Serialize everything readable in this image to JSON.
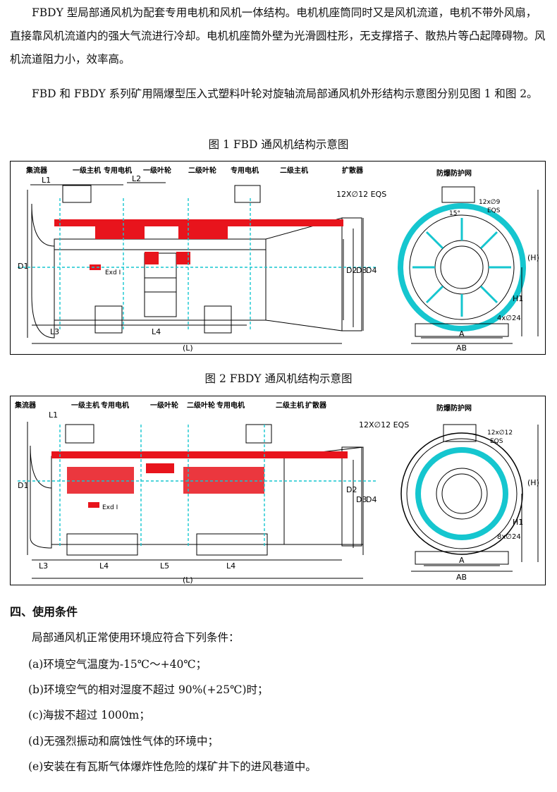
{
  "intro": {
    "p1": "FBDY 型局部通风机为配套专用电机和风机一体结构。电机机座筒同时又是风机流道，电机不带外风扇，直接靠风机流道内的强大气流进行冷却。电机机座筒外壁为光滑圆柱形，无支撑搭子、散热片等凸起障碍物。风机流道阻力小，效率高。",
    "p2": "FBD 和 FBDY 系列矿用隔爆型压入式塑料叶轮对旋轴流局部通风机外形结构示意图分别见图 1 和图 2。"
  },
  "fig1": {
    "caption": "图 1 FBD 通风机结构示意图",
    "labels": {
      "collector": "集流器",
      "motor1": "一级主机",
      "special_motor1": "专用电机",
      "impeller1": "一级叶轮",
      "impeller2": "二级叶轮",
      "special_motor2": "专用电机",
      "motor2": "二级主机",
      "diffuser": "扩散器",
      "guard": "防爆防护网",
      "holes": "12X∅12 EQS",
      "holes_side": "12x∅9",
      "eqs": "EQS",
      "angle": "15°",
      "feet": "4x∅24",
      "exmark": "Exd I",
      "L1": "L1",
      "L2": "L2",
      "L3": "L3",
      "L4": "L4",
      "L": "(L)",
      "D1": "D1",
      "D2": "D2",
      "D3": "D3",
      "D4": "D4",
      "H": "(H)",
      "H1": "H1",
      "A": "A",
      "AB": "AB"
    }
  },
  "fig2": {
    "caption": "图 2 FBDY 通风机结构示意图",
    "labels": {
      "collector": "集流器",
      "motor1": "一级主机",
      "special_motor1": "专用电机",
      "impeller1": "一级叶轮",
      "impeller2": "二级叶轮",
      "special_motor2": "专用电机",
      "motor2": "二级主机",
      "diffuser": "扩散器",
      "guard": "防爆防护网",
      "holes": "12X∅12 EQS",
      "holes_side": "12x∅12",
      "eqs": "EQS",
      "feet": "8x∅24",
      "exmark": "Exd I",
      "L1": "L1",
      "L3": "L3",
      "L4a": "L4",
      "L5": "L5",
      "L4b": "L4",
      "L": "(L)",
      "D1": "D1",
      "D2": "D2",
      "D3": "D3",
      "D4": "D4",
      "H": "(H)",
      "H1": "H1",
      "A": "A",
      "AB": "AB"
    }
  },
  "section4": {
    "title": "四、使用条件",
    "lead": "局部通风机正常使用环境应符合下列条件：",
    "items": [
      "(a)环境空气温度为-15℃～+40℃；",
      "(b)环境空气的相对湿度不超过 90%(+25℃)时；",
      "(c)海拔不超过 1000m；",
      "(d)无强烈振动和腐蚀性气体的环境中；",
      "(e)安装在有瓦斯气体爆炸性危险的煤矿井下的进风巷道中。"
    ]
  },
  "colors": {
    "red": "#e8141c",
    "cyan": "#15c6cf",
    "ink": "#000000"
  }
}
